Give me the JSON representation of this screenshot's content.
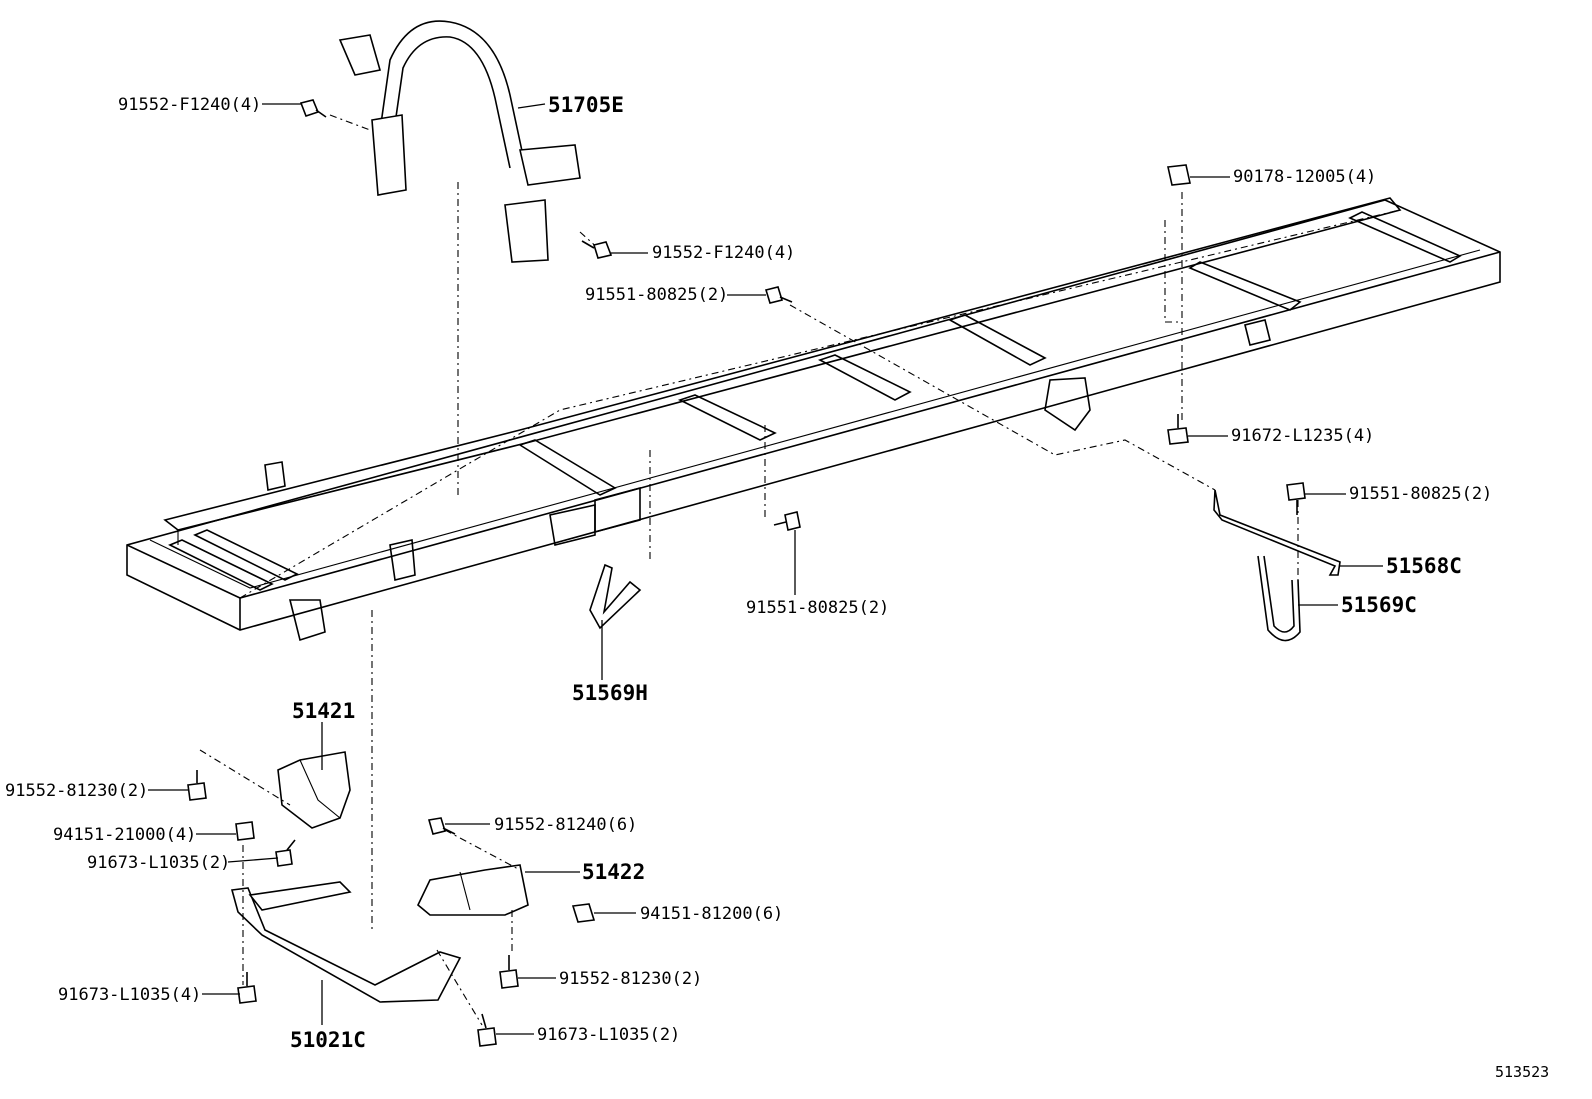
{
  "diagram": {
    "image_id": "513523",
    "callouts": [
      {
        "key": "c01",
        "text": "91552-F1240(4)"
      },
      {
        "key": "c02",
        "text": "51705E"
      },
      {
        "key": "c03",
        "text": "91552-F1240(4)"
      },
      {
        "key": "c04",
        "text": "91551-80825(2)"
      },
      {
        "key": "c05",
        "text": "90178-12005(4)"
      },
      {
        "key": "c06",
        "text": "91672-L1235(4)"
      },
      {
        "key": "c07",
        "text": "91551-80825(2)"
      },
      {
        "key": "c08",
        "text": "51568C"
      },
      {
        "key": "c09",
        "text": "51569C"
      },
      {
        "key": "c10",
        "text": "91551-80825(2)"
      },
      {
        "key": "c11",
        "text": "51569H"
      },
      {
        "key": "c12",
        "text": "51421"
      },
      {
        "key": "c13",
        "text": "91552-81230(2)"
      },
      {
        "key": "c14",
        "text": "94151-21000(4)"
      },
      {
        "key": "c15",
        "text": "91673-L1035(2)"
      },
      {
        "key": "c16",
        "text": "91552-81240(6)"
      },
      {
        "key": "c17",
        "text": "51422"
      },
      {
        "key": "c18",
        "text": "94151-81200(6)"
      },
      {
        "key": "c19",
        "text": "91552-81230(2)"
      },
      {
        "key": "c20",
        "text": "91673-L1035(4)"
      },
      {
        "key": "c21",
        "text": "51021C"
      },
      {
        "key": "c22",
        "text": "91673-L1035(2)"
      }
    ]
  }
}
